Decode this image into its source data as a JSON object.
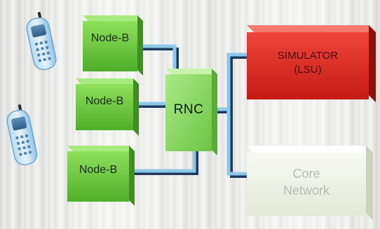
{
  "nodes": [
    {
      "label": "Node-B"
    },
    {
      "label": "Node-B"
    },
    {
      "label": "Node-B"
    }
  ],
  "rnc": {
    "label": "RNC"
  },
  "simulator": {
    "line1": "SIMULATOR",
    "line2": "(LSU)"
  },
  "core": {
    "line1": "Core",
    "line2": "Network"
  },
  "colors": {
    "node": "#6fc93c",
    "rnc": "#8fdc6a",
    "simulator": "#e0251f",
    "core": "#eef2e6",
    "link": "#8ec8e8",
    "link_dark": "#1e3a5c"
  },
  "icons": [
    "mobile-phone-icon",
    "mobile-phone-icon"
  ]
}
